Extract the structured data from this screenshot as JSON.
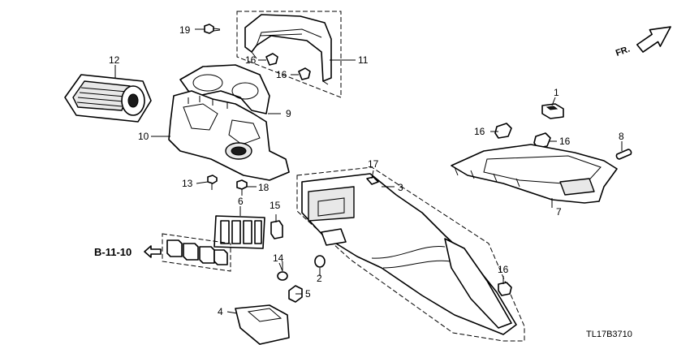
{
  "callouts": {
    "c1": "1",
    "c2": "2",
    "c3": "3",
    "c4": "4",
    "c5": "5",
    "c6": "6",
    "c7": "7",
    "c8": "8",
    "c9": "9",
    "c10": "10",
    "c11": "11",
    "c12": "12",
    "c13": "13",
    "c14": "14",
    "c15": "15",
    "c16a": "16",
    "c16b": "16",
    "c16c": "16",
    "c16d": "16",
    "c16e": "16",
    "c17": "17",
    "c18": "18",
    "c19": "19"
  },
  "reference": {
    "label": "B-11-10"
  },
  "direction": {
    "label": "FR."
  },
  "diagram_code": "TL17B3710"
}
